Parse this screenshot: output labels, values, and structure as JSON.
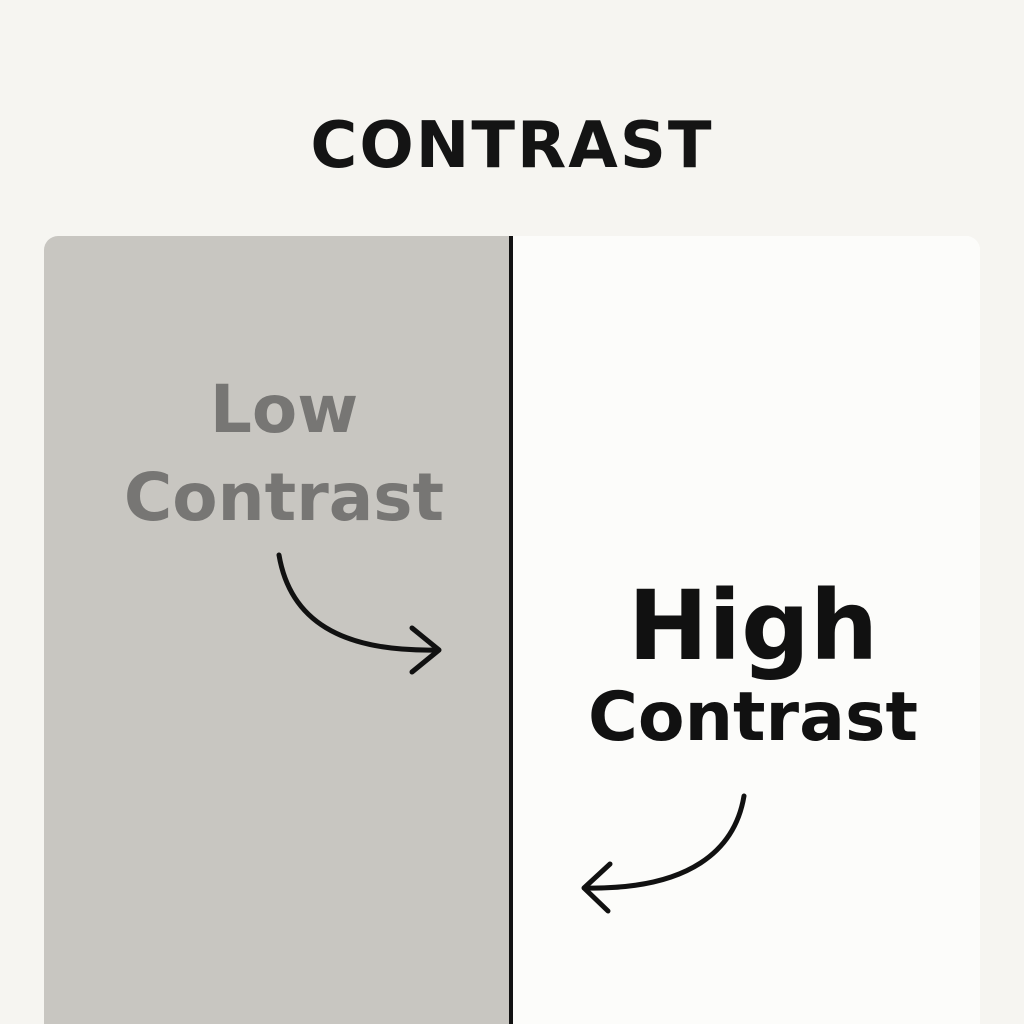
{
  "title": "CONTRAST",
  "panels": {
    "low": {
      "line1": "Low",
      "line2": "Contrast",
      "background": "#c8c6c1",
      "text_color": "#777674"
    },
    "high": {
      "line1": "High",
      "line2": "Contrast",
      "background": "#fcfcfa",
      "text_color": "#111111"
    }
  },
  "icons": {
    "low_arrow": "curved-arrow-right-icon",
    "high_arrow": "curved-arrow-left-icon"
  }
}
